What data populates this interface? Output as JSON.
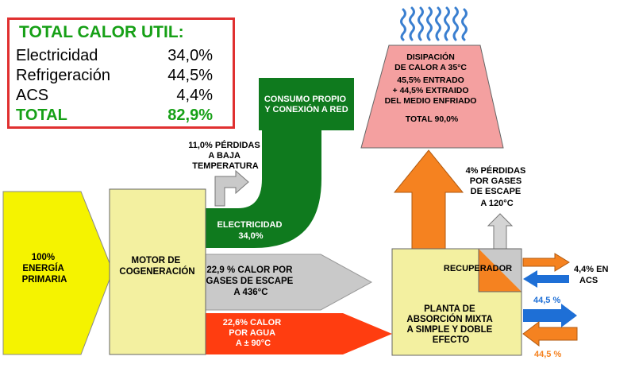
{
  "summary": {
    "title": "TOTAL CALOR UTIL:",
    "rows": [
      {
        "label": "Electricidad",
        "value": "34,0%"
      },
      {
        "label": "Refrigeración",
        "value": "44,5%"
      },
      {
        "label": "ACS",
        "value": "4,4%"
      }
    ],
    "total": {
      "label": "TOTAL",
      "value": "82,9%"
    }
  },
  "nodes": {
    "primary": [
      "100%",
      "ENERGÍA",
      "PRIMARIA"
    ],
    "engine": [
      "MOTOR DE",
      "COGENERACIÓN"
    ],
    "consumo": [
      "CONSUMO PROPIO",
      "Y CONEXIÓN A RED"
    ],
    "disipacion": [
      "DISIPACIÓN",
      "DE CALOR A 35°C",
      "45,5% ENTRADO",
      "+ 44,5% EXTRAIDO",
      "DEL MEDIO ENFRIADO",
      "TOTAL  90,0%"
    ],
    "recuperador": "RECUPERADOR",
    "planta": [
      "PLANTA DE",
      "ABSORCIÓN MIXTA",
      "A SIMPLE Y DOBLE",
      "EFECTO"
    ]
  },
  "flows": {
    "perdidas_baja": [
      "11,0% PÉRDIDAS",
      "A BAJA",
      "TEMPERATURA"
    ],
    "electricidad": [
      "ELECTRICIDAD",
      "34,0%"
    ],
    "gases": [
      "22,9 % CALOR POR",
      "GASES DE ESCAPE",
      "A 436°C"
    ],
    "agua": [
      "22,6% CALOR",
      "POR AGUA",
      "A ± 90°C"
    ],
    "perdidas_gases": [
      "4% PÉRDIDAS",
      "POR GASES",
      "DE ESCAPE",
      "A 120°C"
    ],
    "acs": [
      "4,4% EN",
      "ACS"
    ],
    "frio_out": "44,5 %",
    "frio_in": "44,5 %"
  },
  "colors": {
    "yellow": "#f5f300",
    "cream": "#f3f0a0",
    "green": "#0f7a1e",
    "salmon": "#f4a0a0",
    "gray": "#c9c9c9",
    "red": "#ff3d10",
    "orange": "#f58220",
    "blue": "#1e6fd6",
    "steam": "#3a7fd0"
  }
}
